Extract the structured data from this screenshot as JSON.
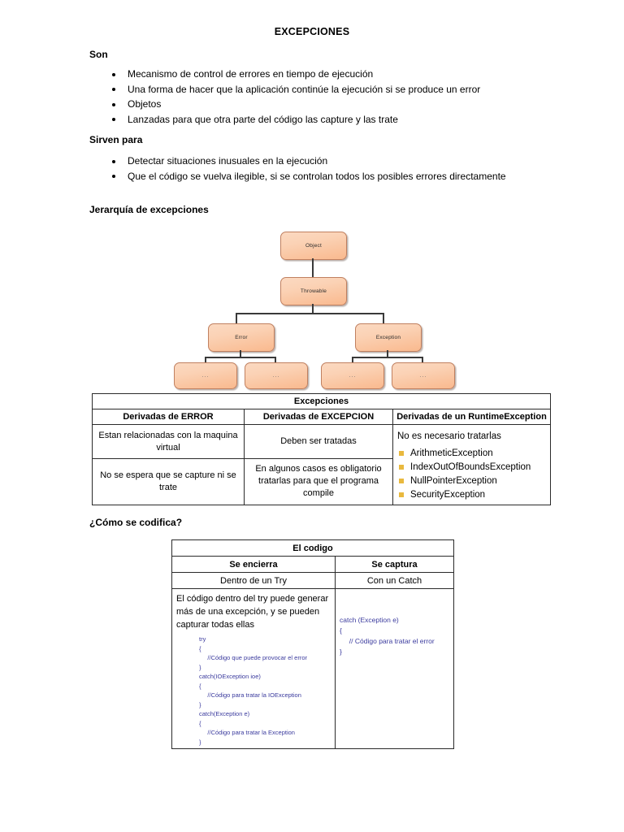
{
  "document": {
    "title": "EXCEPCIONES"
  },
  "sections": {
    "son": {
      "heading": "Son",
      "items": [
        "Mecanismo de control de errores en tiempo de ejecución",
        "Una forma de hacer que la aplicación continúe la ejecución si se produce un error",
        "Objetos",
        "Lanzadas para que otra parte del código las capture y las trate"
      ]
    },
    "sirven_para": {
      "heading": "Sirven para",
      "items": [
        "Detectar situaciones inusuales en la ejecución",
        "Que el código se vuelva ilegible, si se controlan todos los posibles errores directamente"
      ]
    },
    "jerarquia": {
      "heading": "Jerarquía de excepciones"
    },
    "como_codifica": {
      "heading": "¿Cómo se codifica?"
    }
  },
  "diagram": {
    "nodes": {
      "object": "Object",
      "throwable": "Throwable",
      "error": "Error",
      "exception": "Exception",
      "leaf1": "...",
      "leaf2": "...",
      "leaf3": "...",
      "leaf4": "..."
    },
    "box_fill_light": "#fbd9c1",
    "box_fill_dark": "#f9b98e",
    "box_border": "#c08060",
    "connector_color": "#3a3a3a"
  },
  "table_exceptions": {
    "title": "Excepciones",
    "headers": [
      "Derivadas de ERROR",
      "Derivadas de EXCEPCION",
      "Derivadas de un  RuntimeException"
    ],
    "col1": [
      "Estan relacionadas con la maquina virtual",
      "No se espera que se capture ni se trate"
    ],
    "col2": [
      "Deben ser tratadas",
      "En algunos casos es obligatorio tratarlas para que el programa compile"
    ],
    "col3": {
      "lead": "No es necesario tratarlas",
      "items": [
        "ArithmeticException",
        "IndexOutOfBoundsException",
        "NullPointerException",
        "SecurityException"
      ],
      "bullet_color": "#e9b93e"
    }
  },
  "table_codigo": {
    "title": "El codigo",
    "headers": [
      "Se encierra",
      "Se captura"
    ],
    "subheaders": [
      "Dentro de un Try",
      "Con un Catch"
    ],
    "try_description": "El código dentro del try puede generar más de una excepción, y se pueden capturar todas ellas",
    "try_code": "try\n{\n     //Código que puede provocar el error\n}\ncatch(IOException ioe)\n{\n     //Código para tratar la IOException\n}\ncatch(Exception e)\n{\n     //Código para tratar la Exception\n}",
    "catch_code": "catch (Exception e)\n{\n     // Código para tratar el error\n}",
    "code_color": "#3b3b9e"
  }
}
